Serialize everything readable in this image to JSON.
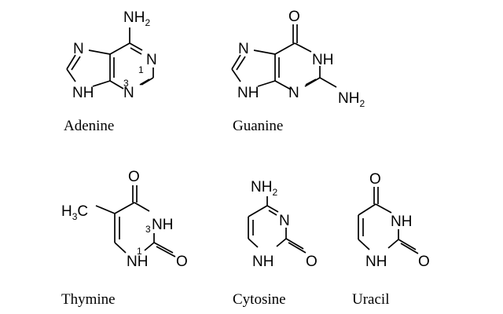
{
  "molecules": [
    {
      "name": "Adenine",
      "labels": {
        "n_top": "N",
        "n_right": "N",
        "nh_left": "NH",
        "n_bottom": "N",
        "nh2": "NH",
        "nh2_sub": "2",
        "pos1": "1",
        "pos3": "3"
      }
    },
    {
      "name": "Guanine",
      "labels": {
        "n_top": "N",
        "nh_right": "NH",
        "nh_left": "NH",
        "n_bottom": "N",
        "o": "O",
        "nh2": "NH",
        "nh2_sub": "2"
      }
    },
    {
      "name": "Thymine",
      "labels": {
        "o_top": "O",
        "o_right": "O",
        "nh_right": "NH",
        "nh_bottom": "NH",
        "h3c_h": "H",
        "h3c_sub": "3",
        "h3c_c": "C",
        "pos1": "1",
        "pos3": "3"
      }
    },
    {
      "name": "Cytosine",
      "labels": {
        "nh2": "NH",
        "nh2_sub": "2",
        "n_right": "N",
        "nh_bottom": "NH",
        "o": "O"
      }
    },
    {
      "name": "Uracil",
      "labels": {
        "o_top": "O",
        "nh_right": "NH",
        "nh_bottom": "NH",
        "o_right": "O"
      }
    }
  ]
}
